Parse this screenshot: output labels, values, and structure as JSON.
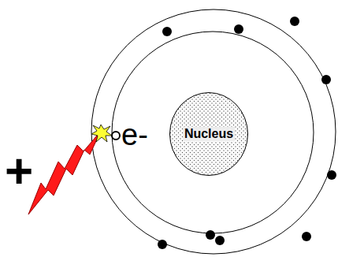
{
  "diagram": {
    "nodes": [
      {
        "text": [
          "Nucleus"
        ]
      }
    ],
    "labels": [
      "e-",
      "+"
    ]
  }
}
